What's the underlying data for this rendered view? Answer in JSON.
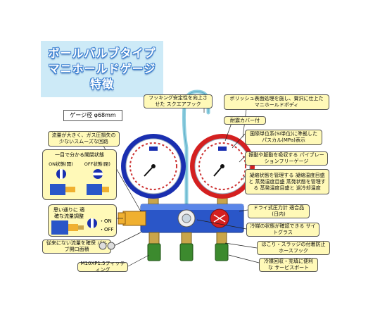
{
  "title": {
    "line1": "ボールバルブタイプ",
    "line2": "マニホールドゲージ",
    "line3": "特徴"
  },
  "gauge_size": "ゲージ径 φ68mm",
  "callouts": {
    "square_hook": "フッキング安定性を向上させた スクエアフック",
    "polished_body": "ポリッシュ表面処理を施し、贅沢に仕上た マニホールドボディ",
    "rubber_cover": "耐震カバー付",
    "intl_units": "国際単位系(SI単位)に準拠した パスカル(MPa)表示",
    "vibration": "振動や脈動を吸収する パイブレーションフリーゲージ",
    "condensing": "凝縮状態を管理する 凝縮温度目盛と 蒸発温度目盛 蒸発状態を管理する 蒸発温度目盛と 過冷却温度",
    "dryer": "ドライ式圧力計 適合品(日内)",
    "sight_glass": "冷媒の状態が確認できる サイトグラス",
    "hose_hook": "ほこり・スラッジの付着防止 ホースフック",
    "service_port": "冷媒回収・充填に便利な サービスポート",
    "large_flow": "流量が大きく、ガス圧損失の 少ないスムーズな回路",
    "easy_flow": "思い通りに 適確な流量調整",
    "conventional": "従来にない流量を確保 バルブ開口面積",
    "fitting": "M10XP1.5フィッティング"
  },
  "inset_state": {
    "title": "一目で分かる開閉状態",
    "on_label": "ON状態(開)",
    "off_label": "OFF状態(閉)"
  },
  "inset_knob": {
    "on": "・ON",
    "off": "・OFF"
  },
  "colors": {
    "low_gauge": "#1a2fb0",
    "high_gauge": "#d42020",
    "manifold": "#2a56c8",
    "valve_green": "#3c8a2e",
    "hose_hook": "#8ecfe0"
  }
}
